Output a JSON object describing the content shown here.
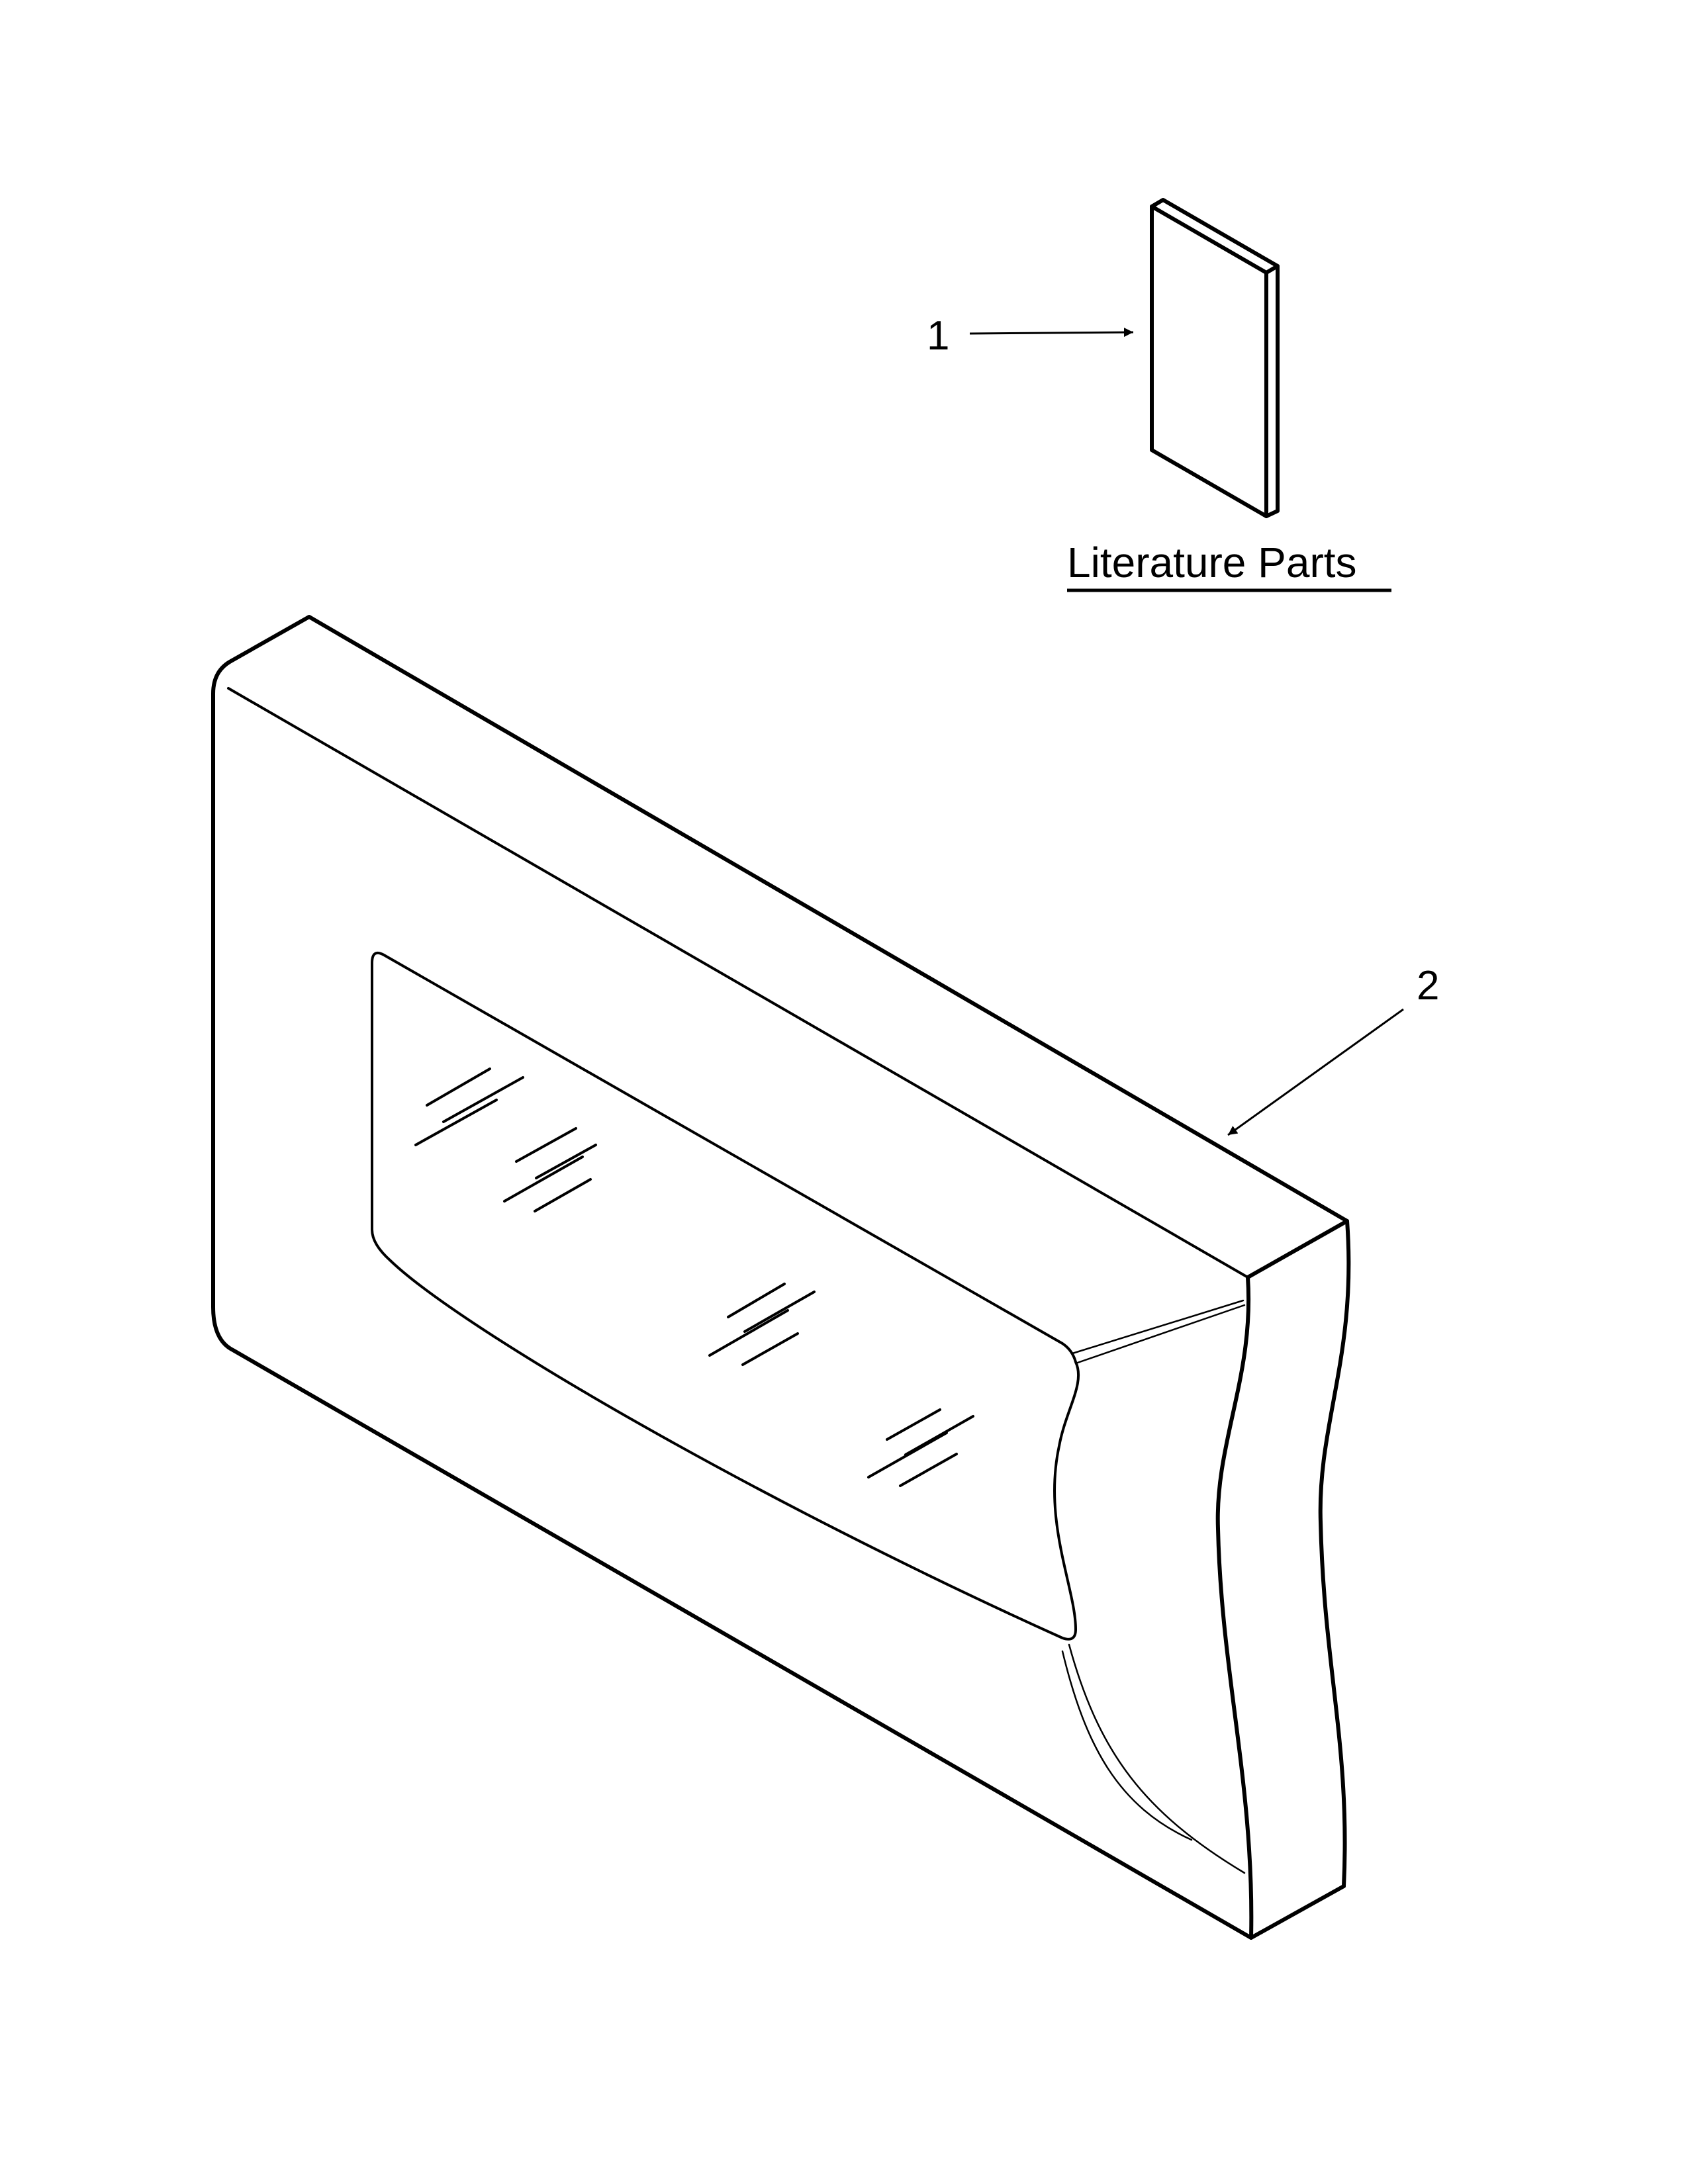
{
  "callouts": [
    {
      "number": "1",
      "part": "literature-book"
    },
    {
      "number": "2",
      "part": "dispenser-front-panel"
    }
  ],
  "section_label": "Literature Parts",
  "colors": {
    "line": "#000000",
    "background": "#ffffff"
  }
}
